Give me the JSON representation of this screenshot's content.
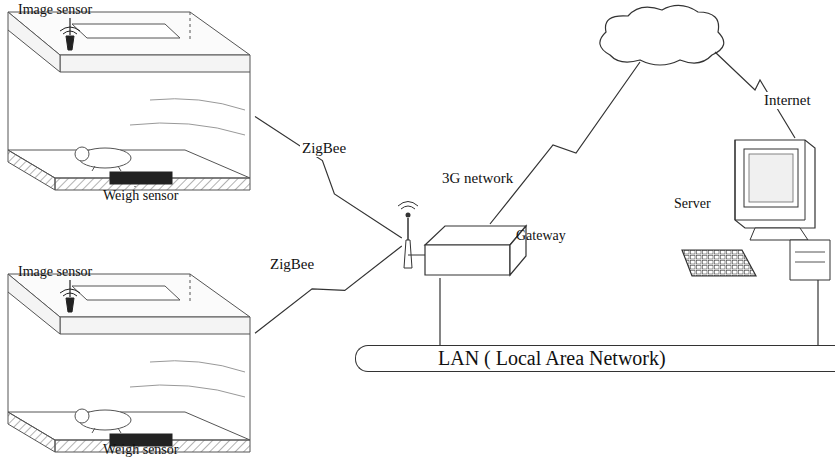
{
  "diagram": {
    "nodes": [
      {
        "text": [
          "Image sensor",
          "Weigh sensor"
        ]
      },
      {
        "text": [
          "Image sensor",
          "Weigh sensor"
        ]
      },
      {
        "text": [
          "Gateway"
        ]
      },
      {
        "text": [
          "Server"
        ]
      },
      {
        "text": [
          "LAN ( Local Area Network)"
        ]
      }
    ],
    "edges": [
      {
        "from": 0,
        "to": 2,
        "label": "ZigBee",
        "arrow": "none"
      },
      {
        "from": 1,
        "to": 2,
        "label": "ZigBee",
        "arrow": "none"
      },
      {
        "from": 2,
        "to": 4,
        "arrow": "none"
      },
      {
        "from": 3,
        "to": 4,
        "arrow": "none"
      }
    ],
    "labels": [
      "3G network",
      "Internet"
    ]
  }
}
